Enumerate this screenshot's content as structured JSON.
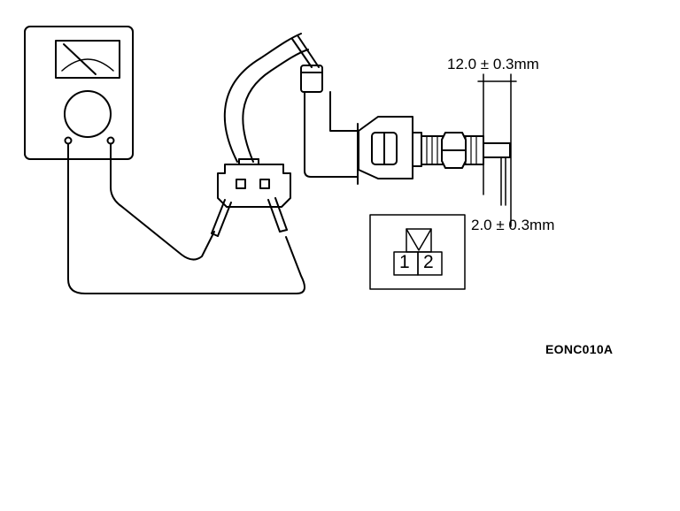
{
  "dimensions": {
    "upper": "12.0 ± 0.3mm",
    "lower": "2.0 ± 0.3mm"
  },
  "connector_pins": [
    "1",
    "2"
  ],
  "figure_code": "EONC010A",
  "colors": {
    "line": "#000000",
    "background": "#ffffff"
  }
}
